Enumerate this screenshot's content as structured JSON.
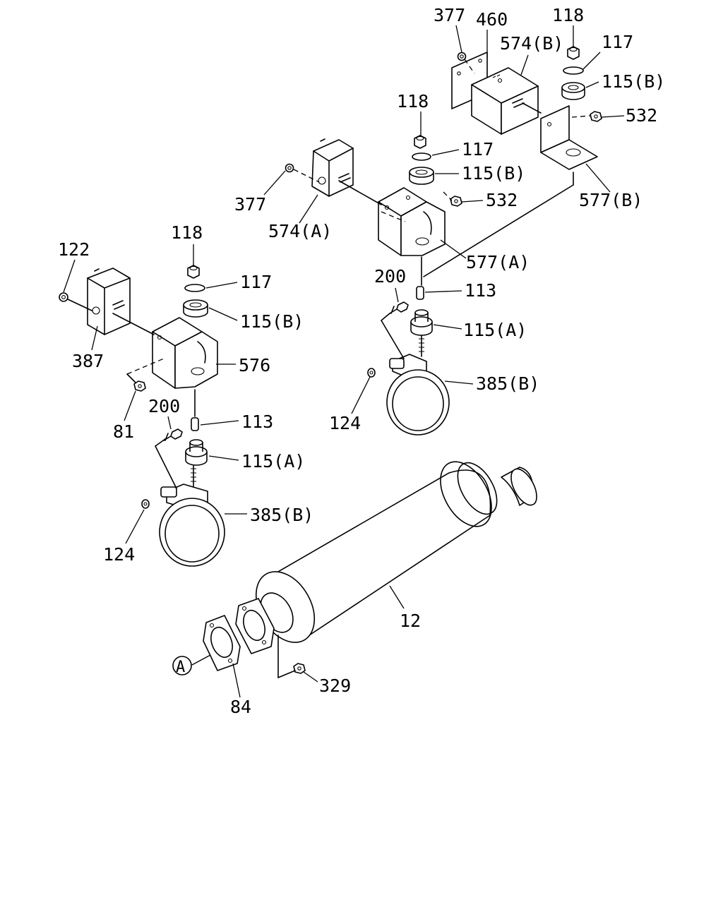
{
  "diagram": {
    "callouts": {
      "c377a": "377",
      "c460": "460",
      "c574b": "574(B)",
      "c118a": "118",
      "c117a": "117",
      "c115ba": "115(B)",
      "c532a": "532",
      "c118b": "118",
      "c117b": "117",
      "c115bb": "115(B)",
      "c532b": "532",
      "c377b": "377",
      "c574a": "574(A)",
      "c577b": "577(B)",
      "c577a": "577(A)",
      "c200a": "200",
      "c113a": "113",
      "c115aa": "115(A)",
      "c385ba": "385(B)",
      "c124a": "124",
      "c122": "122",
      "c118c": "118",
      "c117c": "117",
      "c115bc": "115(B)",
      "c387": "387",
      "c576": "576",
      "c81": "81",
      "c200b": "200",
      "c113b": "113",
      "c115ab": "115(A)",
      "c385bb": "385(B)",
      "c124b": "124",
      "c12": "12",
      "c329": "329",
      "c84": "84",
      "refA": "A"
    }
  }
}
